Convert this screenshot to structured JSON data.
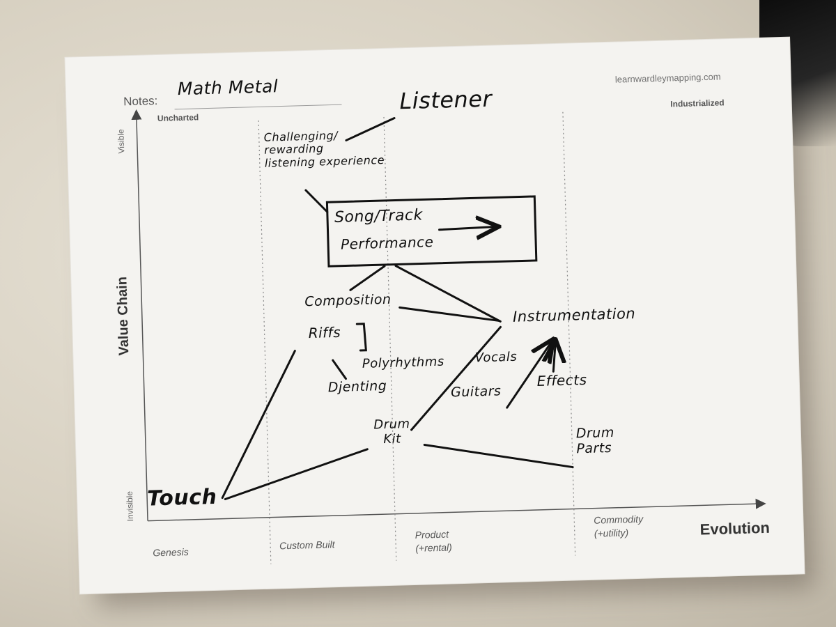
{
  "header": {
    "notes_label": "Notes:",
    "notes_value": "Math Metal",
    "site": "learnwardleymapping.com"
  },
  "axes": {
    "uncharted": "Uncharted",
    "industrialized": "Industrialized",
    "visible": "Visible",
    "invisible": "Invisible",
    "value_chain": "Value Chain",
    "evolution": "Evolution",
    "stages": [
      "Genesis",
      "Custom Built",
      "Product\n(+rental)",
      "Commodity\n(+utility)"
    ]
  },
  "components": {
    "listener": "Listener",
    "experience": "Challenging/\nrewarding\nlistening experience",
    "song_track": "Song/Track",
    "performance": "Performance",
    "composition": "Composition",
    "instrumentation": "Instrumentation",
    "riffs": "Riffs",
    "polyrhythms": "Polyrhythms",
    "vocals": "Vocals",
    "djenting": "Djenting",
    "guitars": "Guitars",
    "effects": "Effects",
    "drum_kit": "Drum\nKit",
    "drum_parts": "Drum\nParts",
    "touch": "Touch"
  },
  "colors": {
    "paper": "#f4f3f0",
    "ink": "#111111",
    "printed_text": "#444444"
  }
}
